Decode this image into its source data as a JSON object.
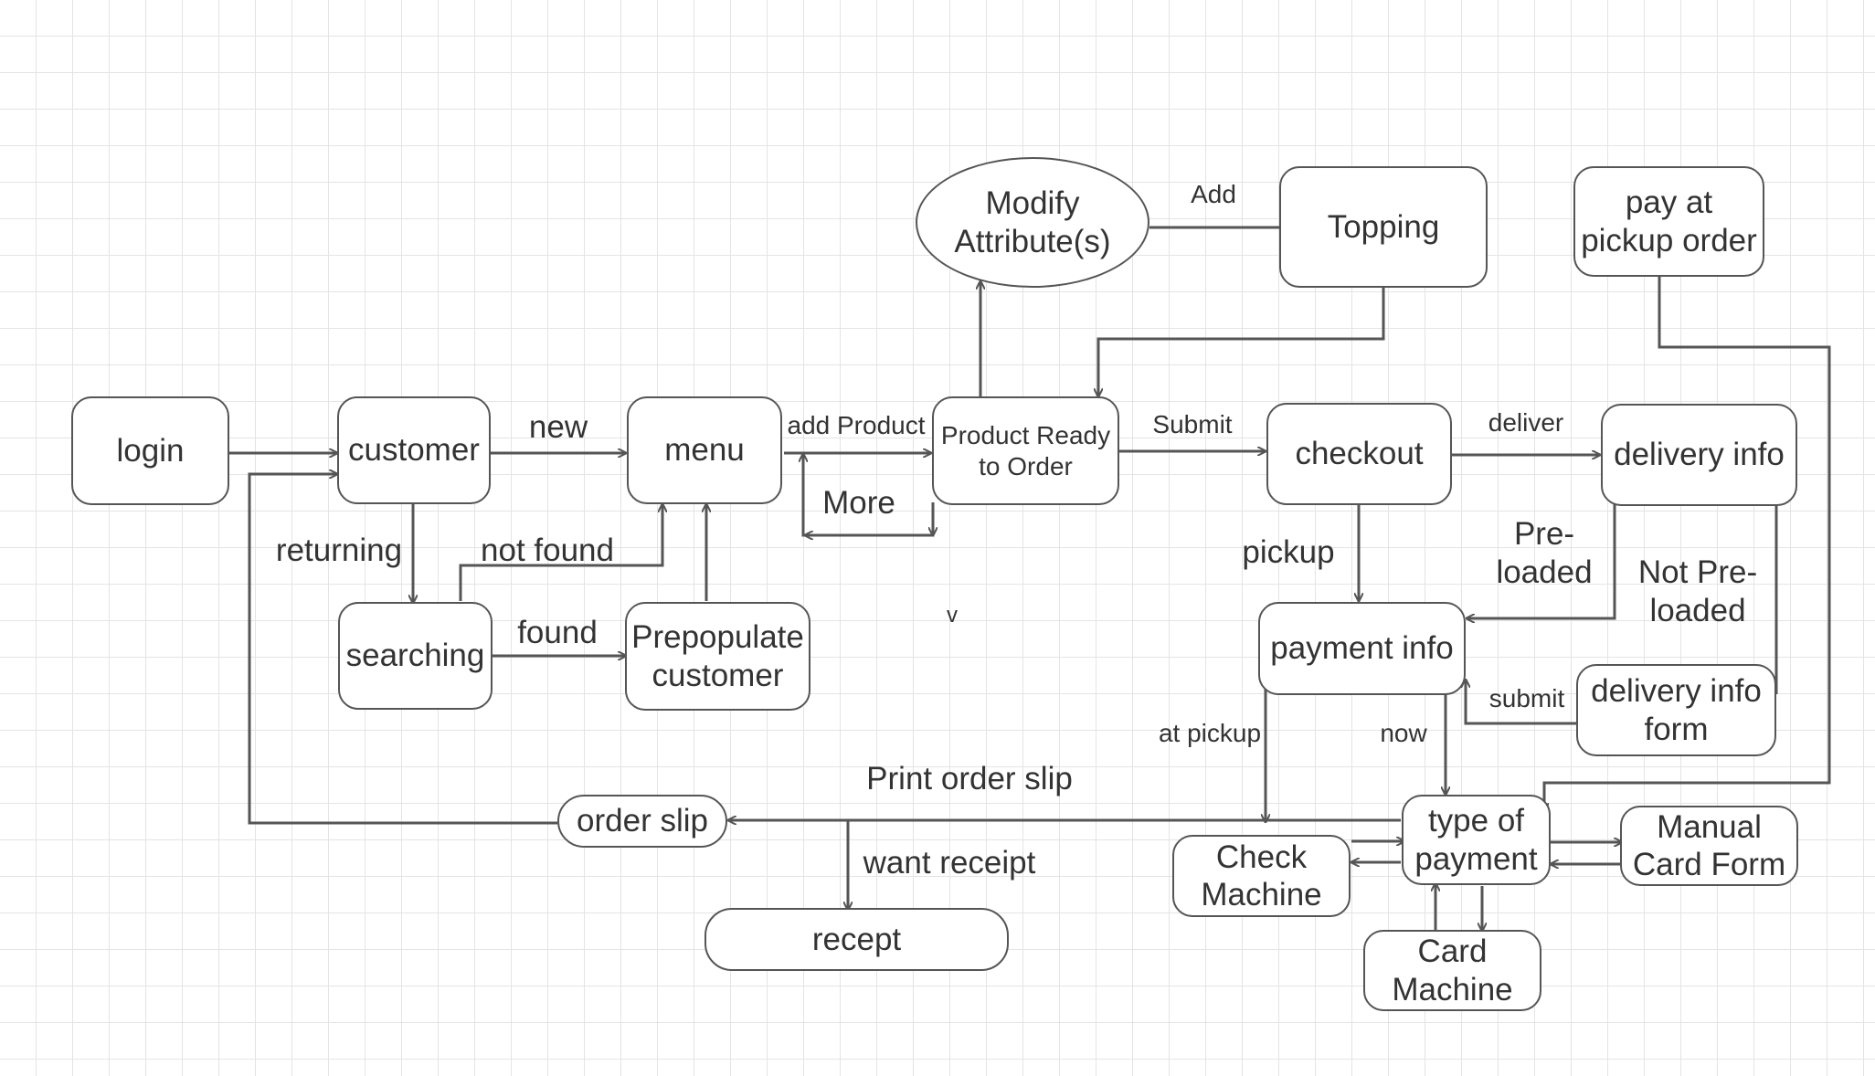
{
  "nodes": {
    "login": "login",
    "customer": "customer",
    "menu": "menu",
    "product_ready": "Product Ready\nto Order",
    "modify_attributes": "Modify\nAttribute(s)",
    "topping": "Topping",
    "pay_at_pickup": "pay at\npickup order",
    "checkout": "checkout",
    "delivery_info": "delivery info",
    "searching": "searching",
    "prepopulate_customer": "Prepopulate\ncustomer",
    "payment_info": "payment info",
    "delivery_info_form": "delivery info\nform",
    "order_slip": "order slip",
    "type_of_payment": "type of\npayment",
    "manual_card_form": "Manual\nCard Form",
    "check_machine": "Check\nMachine",
    "card_machine": "Card\nMachine",
    "recept": "recept"
  },
  "edge_labels": {
    "new": "new",
    "add_product": "add Product",
    "more": "More",
    "add": "Add",
    "submit_top": "Submit",
    "deliver": "deliver",
    "returning": "returning",
    "not_found": "not found",
    "found": "found",
    "pickup": "pickup",
    "pre_loaded": "Pre-\nloaded",
    "not_pre_loaded": "Not Pre-\nloaded",
    "submit_form": "submit",
    "at_pickup": "at pickup",
    "now": "now",
    "print_order_slip": "Print order slip",
    "want_receipt": "want receipt",
    "stray_v": "v"
  },
  "colors": {
    "background": "#ffffff",
    "grid": "#e4e4e4",
    "stroke": "#555555",
    "text": "#333333"
  }
}
